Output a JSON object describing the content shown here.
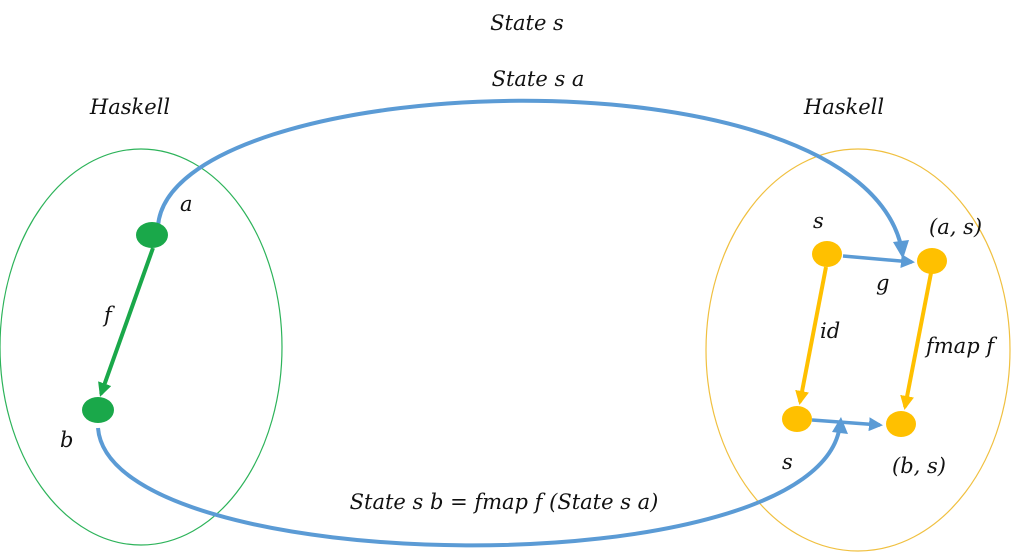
{
  "title_top": "State s",
  "title_functor": "State s a",
  "left_category": {
    "label": "Haskell",
    "object_a": "a",
    "object_b": "b",
    "morphism": "f"
  },
  "right_category": {
    "label": "Haskell",
    "top_left": "s",
    "top_right": "(a, s)",
    "bottom_left": "s",
    "bottom_right": "(b, s)",
    "top_arrow": "g",
    "left_arrow": "id",
    "right_arrow": "fmap f"
  },
  "bottom_equation": "State s b = fmap f (State s a)",
  "colors": {
    "green": "#1aa84a",
    "green_outline": "#2db35a",
    "blue": "#5b9bd5",
    "gold": "#ffc000",
    "gold_outline": "#f0c040"
  }
}
